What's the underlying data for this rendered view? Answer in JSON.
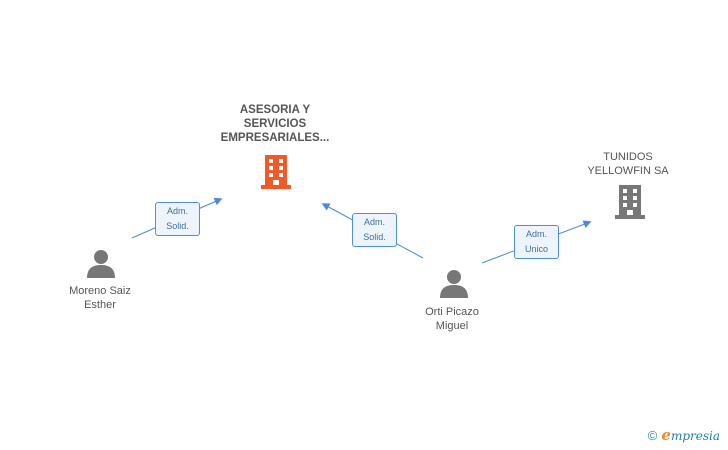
{
  "nodes": {
    "company_main": {
      "label_lines": [
        "ASESORIA Y",
        "SERVICIOS",
        "EMPRESARIALES..."
      ],
      "icon": "building-icon",
      "color": "#f05a28"
    },
    "company_tunidos": {
      "label_lines": [
        "TUNIDOS",
        "YELLOWFIN SA"
      ],
      "icon": "building-icon",
      "color": "#777777"
    },
    "person_moreno": {
      "label_lines": [
        "Moreno Saiz",
        "Esther"
      ],
      "icon": "person-icon",
      "color": "#777777"
    },
    "person_orti": {
      "label_lines": [
        "Orti Picazo",
        "Miguel"
      ],
      "icon": "person-icon",
      "color": "#777777"
    }
  },
  "edges": [
    {
      "role_lines": [
        "Adm.",
        "Solid."
      ]
    },
    {
      "role_lines": [
        "Adm.",
        "Solid."
      ]
    },
    {
      "role_lines": [
        "Adm.",
        "Unico"
      ]
    }
  ],
  "footer": {
    "copyright": "©",
    "brand_initial": "e",
    "brand_rest": "mpresia"
  },
  "colors": {
    "edge": "#4a8ad4",
    "badge_border": "#4f8fd6",
    "badge_bg": "#eef4fb"
  }
}
